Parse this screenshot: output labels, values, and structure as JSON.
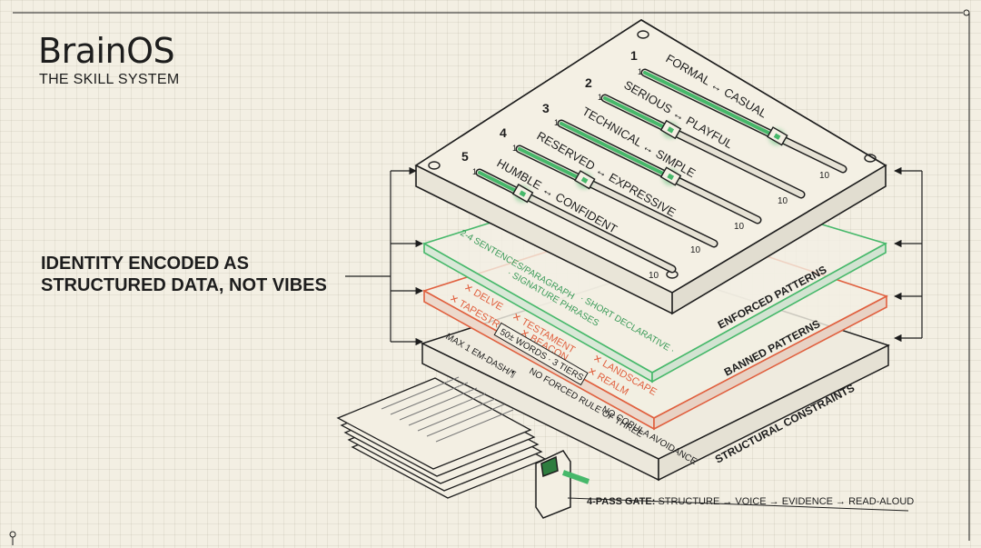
{
  "brand": {
    "title": "BrainOS",
    "subtitle": "THE SKILL SYSTEM"
  },
  "headline": {
    "line1": "IDENTITY ENCODED AS",
    "line2": "STRUCTURED DATA, NOT VIBES"
  },
  "sliders": [
    {
      "number": "1",
      "label": "FORMAL ↔ CASUAL",
      "min": "1",
      "max": "10",
      "value": 7
    },
    {
      "number": "2",
      "label": "SERIOUS ↔ PLAYFUL",
      "min": "1",
      "max": "10",
      "value": 4
    },
    {
      "number": "3",
      "label": "TECHNICAL ↔ SIMPLE",
      "min": "1",
      "max": "10",
      "value": 6
    },
    {
      "number": "4",
      "label": "RESERVED ↔ EXPRESSIVE",
      "min": "1",
      "max": "10",
      "value": 4
    },
    {
      "number": "5",
      "label": "HUMBLE ↔ CONFIDENT",
      "min": "1",
      "max": "10",
      "value": 3
    }
  ],
  "layers": {
    "enforced": {
      "title": "ENFORCED PATTERNS",
      "items": [
        "2-4 SENTENCES/PARAGRAPH",
        "· SHORT DECLARATIVE ·",
        "· SIGNATURE PHRASES"
      ]
    },
    "banned": {
      "title": "BANNED PATTERNS",
      "items": [
        "✕ DELVE",
        "✕ TAPESTRY",
        "✕ TESTAMENT",
        "✕ BEACON",
        "✕ LANDSCAPE",
        "✕ REALM"
      ]
    },
    "structural": {
      "title": "STRUCTURAL CONSTRAINTS",
      "items": [
        "MAX 1 EM-DASH/¶",
        "50± WORDS · 3 TIERS",
        "NO FORCED RULE OF THREE",
        "NO COPULA AVOIDANCE"
      ]
    }
  },
  "gate": {
    "label": "4-PASS GATE:",
    "steps": "STRUCTURE → VOICE → EVIDENCE → READ-ALOUD"
  },
  "colors": {
    "ink": "#1d1d1d",
    "green": "#46b86a",
    "red": "#e0603f",
    "paper": "#f3efe3"
  }
}
